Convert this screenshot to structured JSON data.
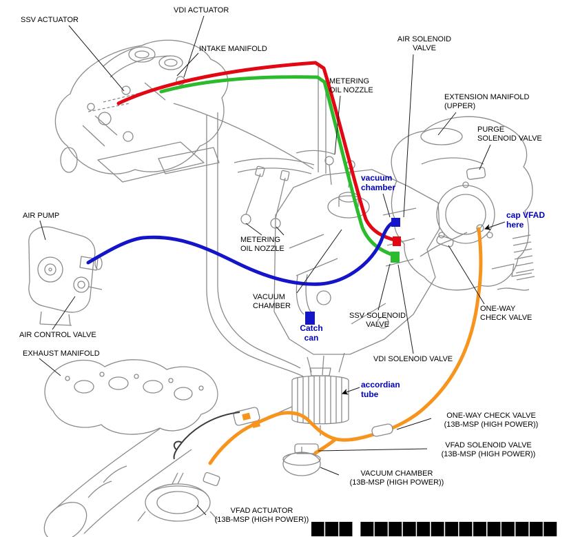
{
  "diagram": {
    "colors": {
      "red_hose": "#e30613",
      "green_hose": "#2cbb2c",
      "blue_hose": "#1414c8",
      "orange_hose": "#f7941d",
      "note_blue": "#0000bb",
      "label_black": "#000000",
      "art_gray": "#8a8a8a"
    },
    "labels": {
      "ssv_actuator": "SSV ACTUATOR",
      "vdi_actuator": "VDI ACTUATOR",
      "intake_manifold": "INTAKE MANIFOLD",
      "metering_oil_nozzle_top": "METERING\nOIL NOZZLE",
      "air_solenoid_valve": "AIR SOLENOID\nVALVE",
      "extension_manifold_upper": "EXTENSION MANIFOLD\n(UPPER)",
      "purge_solenoid_valve": "PURGE\nSOLENOID VALVE",
      "air_pump": "AIR PUMP",
      "metering_oil_nozzle_mid": "METERING\nOIL NOZZLE",
      "vacuum_chamber": "VACUUM\nCHAMBER",
      "ssv_solenoid_valve": "SSV SOLENOID\nVALVE",
      "one_way_check_valve": "ONE-WAY\nCHECK VALVE",
      "air_control_valve": "AIR CONTROL VALVE",
      "vdi_solenoid_valve": "VDI SOLENOID VALVE",
      "exhaust_manifold": "EXHAUST MANIFOLD",
      "one_way_check_valve_hp": "ONE-WAY CHECK VALVE\n(13B-MSP (HIGH POWER))",
      "vfad_solenoid_valve_hp": "VFAD SOLENOID VALVE\n(13B-MSP (HIGH POWER))",
      "vacuum_chamber_hp": "VACUUM CHAMBER\n(13B-MSP (HIGH POWER))",
      "vfad_actuator_hp": "VFAD ACTUATOR\n(13B-MSP (HIGH POWER))"
    },
    "notes": {
      "vacuum_chamber_note": "vacuum\nchamber",
      "cap_vfad_note": "cap VFAD\nhere",
      "catch_can_note": "Catch\ncan",
      "accordian_tube_note": "accordian\ntube"
    },
    "watermark": "███ ██████████████"
  }
}
